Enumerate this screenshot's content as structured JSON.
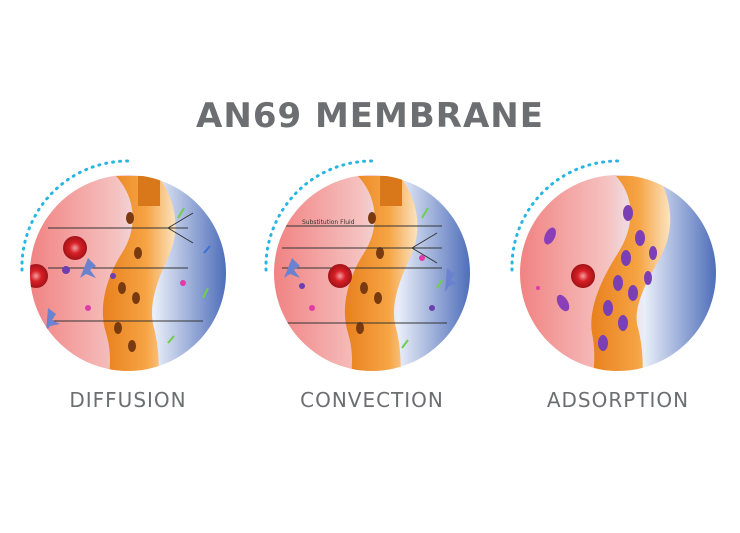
{
  "title": "AN69 MEMBRANE",
  "colors": {
    "title_gray": "#6d6e71",
    "arc_dots": "#27b6e3",
    "blood_side": "#ee6b6b",
    "dialysate_side": "#3d64b8",
    "membrane": "#f29431",
    "red_cell": "#d81f26",
    "adsorbed_molecule": "#8a3fb8"
  },
  "panels": [
    {
      "caption": "DIFFUSION",
      "icon": "diffusion-illustration"
    },
    {
      "caption": "CONVECTION",
      "icon": "convection-illustration",
      "inner_label": "Substitution Fluid"
    },
    {
      "caption": "ADSORPTION",
      "icon": "adsorption-illustration"
    }
  ]
}
